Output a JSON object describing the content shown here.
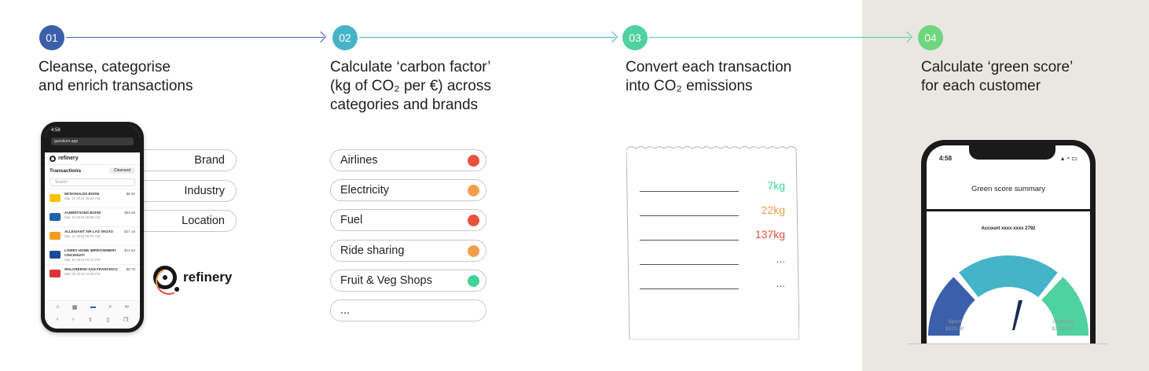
{
  "steps": [
    {
      "num": "01",
      "color": "#3b5faa",
      "title_lines": [
        "Cleanse, categorise",
        "and enrich transactions"
      ]
    },
    {
      "num": "02",
      "color": "#45b3c8",
      "title_lines": [
        "Calculate ‘carbon factor’",
        "(kg of CO₂ per €) across",
        "categories and brands"
      ]
    },
    {
      "num": "03",
      "color": "#4fd1a0",
      "title_lines": [
        "Convert each transaction",
        "into CO₂ emissions"
      ]
    },
    {
      "num": "04",
      "color": "#6ed67c",
      "title_lines": [
        "Calculate ‘green score’",
        "for each customer"
      ]
    }
  ],
  "enrich_tags": [
    "Brand",
    "Industry",
    "Location"
  ],
  "brand_name": "refinery",
  "phone1": {
    "time": "4:58",
    "url": "guestium.app",
    "app_name": "refinery",
    "screen_title": "Transactions",
    "badge": "Cleansed",
    "search_placeholder": "Search",
    "transactions": [
      {
        "name": "MCDONALDS BOISE",
        "date": "Mar 10 2019 09:50 AM",
        "amount": "$8.50",
        "color": "#f5c400"
      },
      {
        "name": "ALBERTSONS BOISE",
        "date": "Mar 10 2019 09:05 AM",
        "amount": "$53.08",
        "color": "#1d62b0"
      },
      {
        "name": "ALLEGIANT AIR LAS VEGAS",
        "date": "Mar 10 2019 09:05 AM",
        "amount": "$27.16",
        "color": "#f59a1d"
      },
      {
        "name": "LOWES HOME IMPROVEMENT CINCINNATI",
        "date": "Mar 10 2019 03:23 PM",
        "amount": "$12.84",
        "color": "#1b4a9b"
      },
      {
        "name": "WALGREENS SAN FRANCISCO",
        "date": "Mar 09 2019 10:28 PM",
        "amount": "$8.78",
        "color": "#e0323b"
      }
    ]
  },
  "categories": [
    {
      "label": "Airlines",
      "dot": "#e8523f"
    },
    {
      "label": "Electricity",
      "dot": "#f0a04b"
    },
    {
      "label": "Fuel",
      "dot": "#e8523f"
    },
    {
      "label": "Ride sharing",
      "dot": "#f0a04b"
    },
    {
      "label": "Fruit & Veg Shops",
      "dot": "#3fd39a"
    },
    {
      "label": "...",
      "dot": ""
    }
  ],
  "emissions": [
    {
      "value": "7kg",
      "color": "#3fd39a"
    },
    {
      "value": "22kg",
      "color": "#f0a04b"
    },
    {
      "value": "137kg",
      "color": "#e8523f"
    },
    {
      "value": "...",
      "color": "#555555"
    },
    {
      "value": "...",
      "color": "#555555"
    }
  ],
  "phone2": {
    "time": "4:58",
    "title": "Green score summary",
    "account": "Account xxxx xxxx 2792",
    "spent_label": "Spent",
    "spent_value": "$523.50",
    "available_label": "Available",
    "available_value": "$2,230.50",
    "gauge_colors": [
      "#3b5faa",
      "#45b3c8",
      "#4fd1a0"
    ]
  }
}
